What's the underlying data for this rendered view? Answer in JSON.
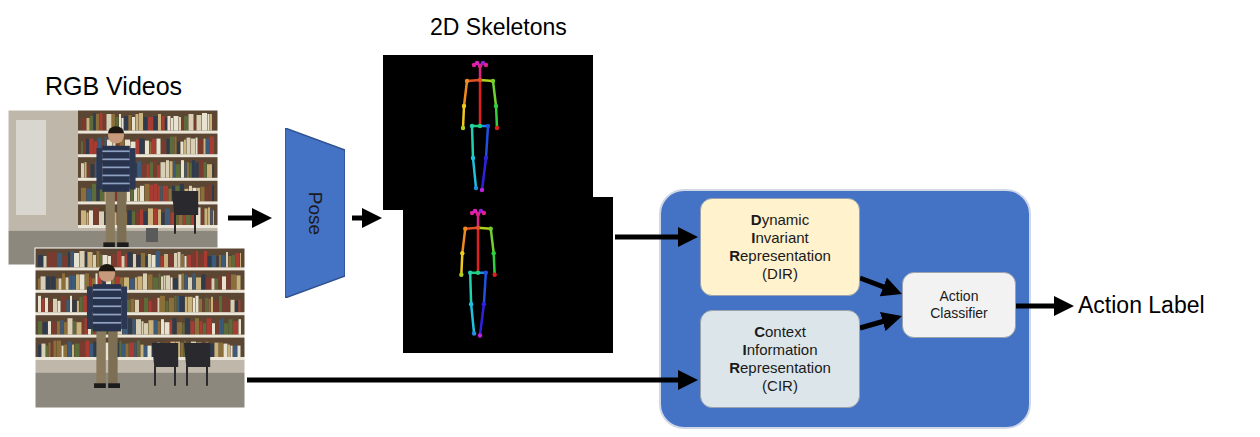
{
  "diagram": {
    "nodes": [
      {
        "text": [
          "Pose"
        ]
      },
      {
        "text": [
          "Dynamic Invariant Representation (DIR)"
        ]
      },
      {
        "text": [
          "Context Information Representation (CIR)"
        ]
      },
      {
        "text": [
          "Action Classifier"
        ]
      }
    ],
    "edges": [
      {
        "from": 1,
        "to": 3,
        "arrow": "to"
      },
      {
        "from": 2,
        "to": 3,
        "arrow": "to"
      }
    ],
    "labels": [
      "RGB Videos",
      "2D Skeletons",
      "Action Label"
    ]
  }
}
